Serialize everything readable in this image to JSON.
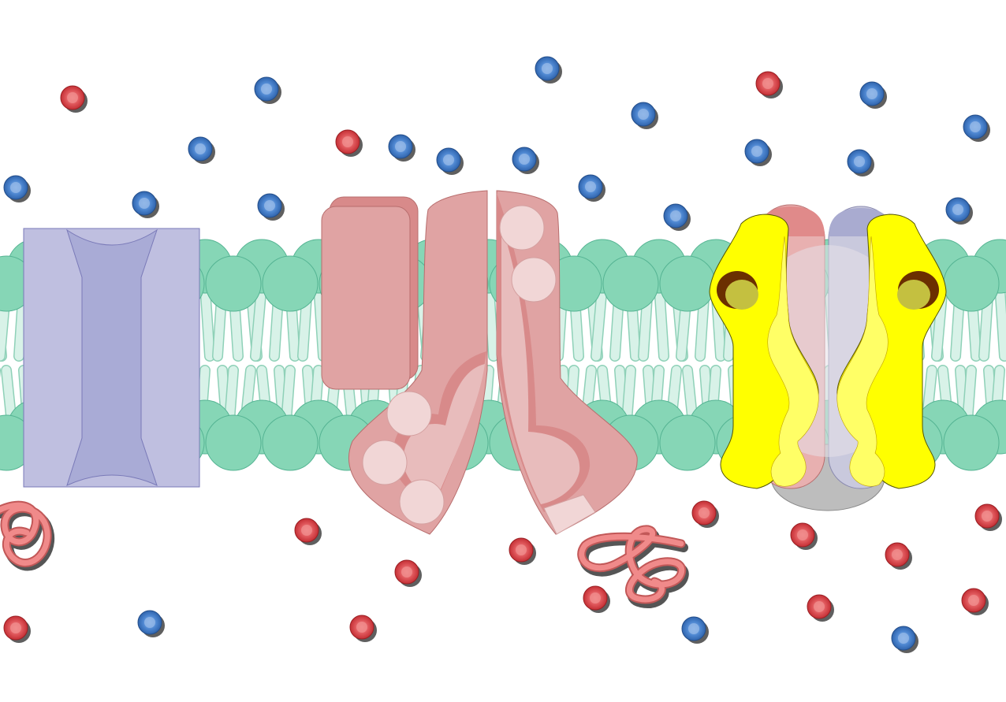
{
  "diagram": {
    "palette": {
      "head_fill": "#86d6b6",
      "head_stroke": "#55b493",
      "tail_fill": "#d8f2e8",
      "tail_stroke": "#8fd1b8",
      "channel_light": "#bfbfe0",
      "channel_dark": "#a9abd6",
      "channel_stroke": "#7a7ab8",
      "pink_light": "#e8bcbc",
      "pink": "#e0a3a3",
      "pink_dark": "#d88a8a",
      "pink_stroke": "#b86e6e",
      "yellow": "#ffff00",
      "yellow_pale": "#ffff66",
      "grey": "#bdbdbd",
      "lavender": "#c9c9dd",
      "ion_red": "#d9393f",
      "ion_red_light": "#f08a8a",
      "ion_blue": "#3a75c2",
      "ion_blue_light": "#8fb5e6",
      "shadow": "#5f5f5f",
      "brown": "#6b2f00"
    },
    "components": [
      "phospholipid-bilayer",
      "channel-protein",
      "gated-channel-protein",
      "yellow-receptor-complex",
      "protein-coils",
      "red-ions",
      "blue-ions"
    ]
  }
}
